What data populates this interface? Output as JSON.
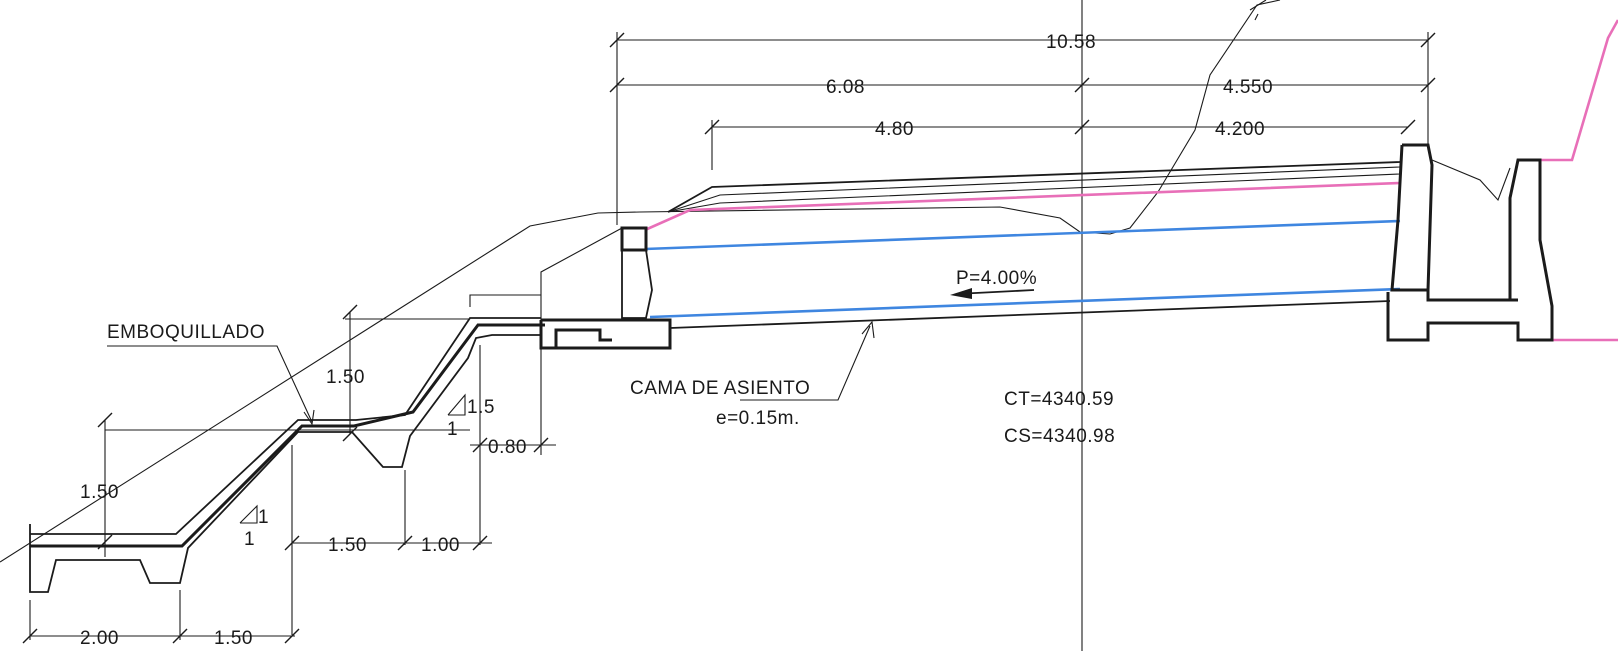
{
  "drawing": {
    "dimensions": {
      "overall_span": "10.58",
      "upper_left_span": "6.08",
      "upper_right_span": "4.550",
      "lower_left_span": "4.80",
      "lower_right_span": "4.200",
      "bottom_base_width": "2.00",
      "bottom_step_width": "1.50",
      "middle_step_width": "1.50",
      "middle_slope_width": "1.00",
      "lower_step_height": "1.50",
      "upper_step_height": "1.50",
      "upper_offset": "0.80"
    },
    "slopes": {
      "upper_ratio_rise": "1.5",
      "upper_ratio_run": "1",
      "lower_ratio_rise": "1",
      "lower_ratio_run": "1"
    },
    "labels": {
      "emboquillado": "EMBOQUILLADO",
      "cama_de_asiento": "CAMA DE ASIENTO",
      "bed_thickness": "e=0.15m.",
      "gradient": "P=4.00%",
      "ct": "CT=4340.59",
      "cs": "CS=4340.98"
    },
    "colors": {
      "linework": "#1b1b1b",
      "pink_line": "#e86fb8",
      "blue_line": "#3f86e0"
    }
  }
}
